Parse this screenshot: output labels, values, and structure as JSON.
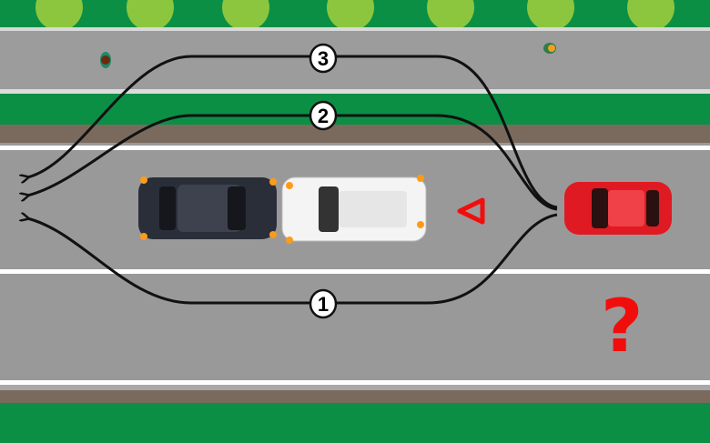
{
  "routes": [
    {
      "label": "1"
    },
    {
      "label": "2"
    },
    {
      "label": "3"
    }
  ],
  "question_mark": "?",
  "colors": {
    "grass": "#0b8f45",
    "road": "#999999",
    "line": "#ffffff",
    "gravel": "#7a6a5e",
    "route": "#111111",
    "red_car": "#e01a22",
    "warning": "#f20d0d"
  }
}
